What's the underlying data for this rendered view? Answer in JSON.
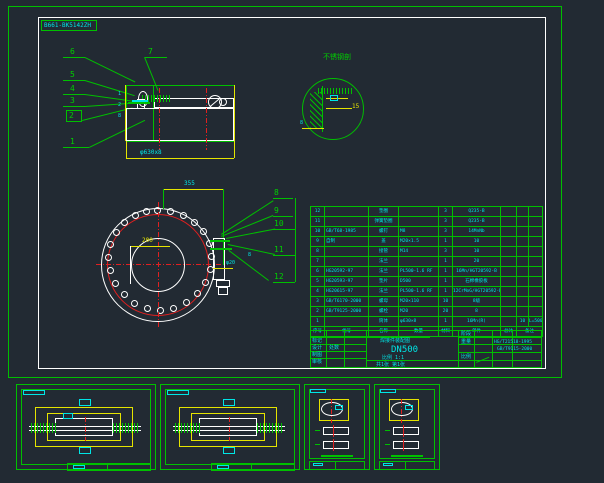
{
  "drawing": {
    "sheet_code": "B661-BK5142ZH",
    "detail_view_title": "不锈钢剖",
    "detail_callout": "15",
    "main_view_dimension": "φ630x8",
    "flange_dimension_top": "355",
    "flange_dimension_inner": "200",
    "flange_dimension_right": "φ20",
    "title_block_main": "焊接件装配图",
    "title_block_dn": "DN500",
    "title_block_sub": "比例 1:1",
    "title_block_code1": "HG/T21518-1995",
    "title_block_code2": "GB/T9115-2000"
  },
  "leaders_left": [
    "6",
    "5",
    "4",
    "3",
    "2",
    "1"
  ],
  "leaders_top": [
    "7"
  ],
  "leaders_right": [
    "8",
    "9",
    "10",
    "11",
    "12"
  ],
  "parts_table": {
    "headers": [
      "序号",
      "代号",
      "名称",
      "数量",
      "材料",
      "单件",
      "总计",
      "备注"
    ],
    "rows": [
      {
        "no": "12",
        "code": "",
        "name": "垫圈",
        "spec": "",
        "qty": "3",
        "material": "Q235-B",
        "w1": "",
        "w2": "",
        "note": ""
      },
      {
        "no": "11",
        "code": "",
        "name": "弹簧垫圈",
        "spec": "",
        "qty": "3",
        "material": "Q235-B",
        "w1": "",
        "w2": "",
        "note": ""
      },
      {
        "no": "10",
        "code": "GB/T68-1985",
        "name": "螺钉",
        "spec": "M8",
        "qty": "3",
        "material": "14MnNb",
        "w1": "",
        "w2": "",
        "note": ""
      },
      {
        "no": "9",
        "code": "自制",
        "name": "盖",
        "spec": "M20×1.5",
        "qty": "1",
        "material": "10",
        "w1": "",
        "w2": "",
        "note": ""
      },
      {
        "no": "8",
        "code": "",
        "name": "接管",
        "spec": "M14",
        "qty": "3",
        "material": "10",
        "w1": "",
        "w2": "",
        "note": ""
      },
      {
        "no": "7",
        "code": "",
        "name": "法兰",
        "spec": "",
        "qty": "1",
        "material": "20",
        "w1": "",
        "w2": "",
        "note": ""
      },
      {
        "no": "6",
        "code": "HG20592-97",
        "name": "法兰",
        "spec": "PL500-1.6 RF",
        "qty": "1",
        "material": "16Mn/HGT20592-B",
        "w1": "",
        "w2": "",
        "note": ""
      },
      {
        "no": "5",
        "code": "HG20593-97",
        "name": "垫片",
        "spec": "D500",
        "qty": "1",
        "material": "石棉橡胶板",
        "w1": "",
        "w2": "",
        "note": ""
      },
      {
        "no": "4",
        "code": "HG20615-97",
        "name": "法兰",
        "spec": "PL500-1.6 RF",
        "qty": "1",
        "material": "12CrMoG/HGT20592-B",
        "w1": "",
        "w2": "",
        "note": ""
      },
      {
        "no": "3",
        "code": "GB/T6170-2000",
        "name": "螺母",
        "spec": "M20×110",
        "qty": "10",
        "material": "8级",
        "w1": "",
        "w2": "",
        "note": ""
      },
      {
        "no": "2",
        "code": "GB/T9125-2000",
        "name": "螺栓",
        "spec": "M20",
        "qty": "20",
        "material": "8",
        "w1": "",
        "w2": "",
        "note": ""
      },
      {
        "no": "1",
        "code": "",
        "name": "筒体",
        "spec": "φ630×8",
        "qty": "1",
        "material": "16Mn(R)",
        "w1": "",
        "w2": "10",
        "note": "L=500"
      }
    ]
  },
  "thumbnails": [
    {
      "id": "thumb-1",
      "label": ""
    },
    {
      "id": "thumb-2",
      "label": ""
    },
    {
      "id": "thumb-3",
      "label": ""
    },
    {
      "id": "thumb-4",
      "label": ""
    }
  ],
  "colors": {
    "background": "#222a33",
    "line_green": "#00c000",
    "line_cyan": "#00e5e5",
    "line_white": "#ffffff",
    "line_yellow": "#e5e500",
    "line_red": "#e02020"
  }
}
